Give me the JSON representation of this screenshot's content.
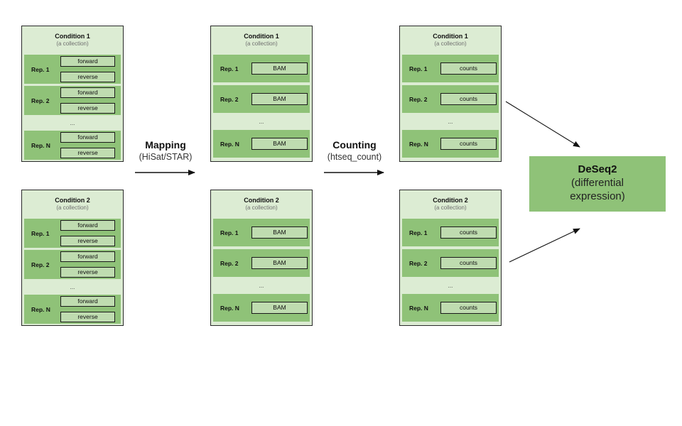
{
  "columns": [
    {
      "panels": [
        {
          "title": "Condition 1",
          "subtitle": "(a collection)",
          "reps": [
            {
              "label": "Rep. 1",
              "files": [
                "forward",
                "reverse"
              ]
            },
            {
              "label": "Rep. 2",
              "files": [
                "forward",
                "reverse"
              ]
            },
            {
              "label": "Rep. N",
              "files": [
                "forward",
                "reverse"
              ]
            }
          ],
          "ellipsis": "..."
        },
        {
          "title": "Condition 2",
          "subtitle": "(a collection)",
          "reps": [
            {
              "label": "Rep. 1",
              "files": [
                "forward",
                "reverse"
              ]
            },
            {
              "label": "Rep. 2",
              "files": [
                "forward",
                "reverse"
              ]
            },
            {
              "label": "Rep. N",
              "files": [
                "forward",
                "reverse"
              ]
            }
          ],
          "ellipsis": "..."
        }
      ]
    },
    {
      "panels": [
        {
          "title": "Condition 1",
          "subtitle": "(a collection)",
          "reps": [
            {
              "label": "Rep. 1",
              "files": [
                "BAM"
              ]
            },
            {
              "label": "Rep. 2",
              "files": [
                "BAM"
              ]
            },
            {
              "label": "Rep. N",
              "files": [
                "BAM"
              ]
            }
          ],
          "ellipsis": "..."
        },
        {
          "title": "Condition 2",
          "subtitle": "(a collection)",
          "reps": [
            {
              "label": "Rep. 1",
              "files": [
                "BAM"
              ]
            },
            {
              "label": "Rep. 2",
              "files": [
                "BAM"
              ]
            },
            {
              "label": "Rep. N",
              "files": [
                "BAM"
              ]
            }
          ],
          "ellipsis": "..."
        }
      ]
    },
    {
      "panels": [
        {
          "title": "Condition 1",
          "subtitle": "(a collection)",
          "reps": [
            {
              "label": "Rep. 1",
              "files": [
                "counts"
              ]
            },
            {
              "label": "Rep. 2",
              "files": [
                "counts"
              ]
            },
            {
              "label": "Rep. N",
              "files": [
                "counts"
              ]
            }
          ],
          "ellipsis": "..."
        },
        {
          "title": "Condition 2",
          "subtitle": "(a collection)",
          "reps": [
            {
              "label": "Rep. 1",
              "files": [
                "counts"
              ]
            },
            {
              "label": "Rep. 2",
              "files": [
                "counts"
              ]
            },
            {
              "label": "Rep. N",
              "files": [
                "counts"
              ]
            }
          ],
          "ellipsis": "..."
        }
      ]
    }
  ],
  "steps": [
    {
      "title": "Mapping",
      "subtitle": "(HiSat/STAR)"
    },
    {
      "title": "Counting",
      "subtitle": "(htseq_count)"
    }
  ],
  "result": {
    "title": "DeSeq2",
    "line1": "(differential",
    "line2": "expression)"
  },
  "colors": {
    "panel": "#dcecd3",
    "rep": "#8fc278",
    "file": "#bfdcb0",
    "result": "#8fc278"
  }
}
